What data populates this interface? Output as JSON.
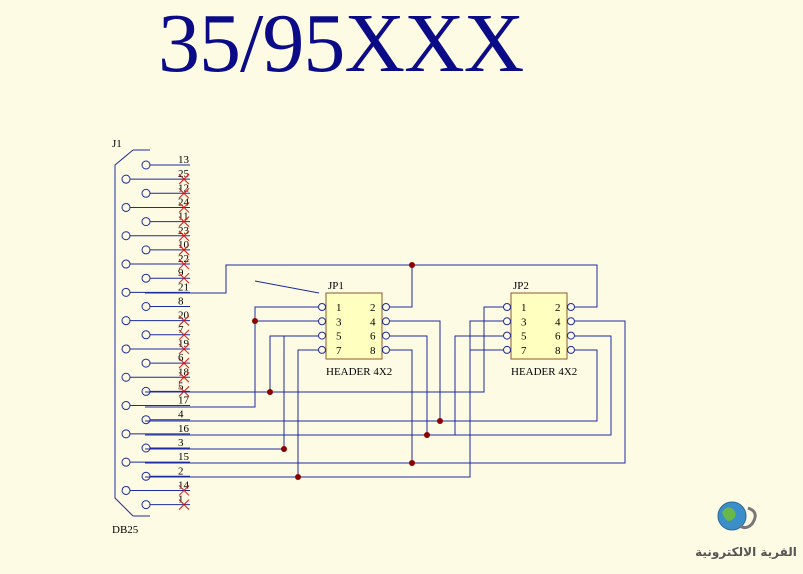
{
  "title": "35/95XXX",
  "connector": {
    "ref": "J1",
    "type": "DB25",
    "pins": [
      "13",
      "25",
      "12",
      "24",
      "11",
      "23",
      "10",
      "22",
      "9",
      "21",
      "8",
      "20",
      "7",
      "19",
      "6",
      "18",
      "5",
      "17",
      "4",
      "16",
      "3",
      "15",
      "2",
      "14",
      "1"
    ],
    "no_connect": [
      "25",
      "12",
      "24",
      "11",
      "23",
      "10",
      "22",
      "9",
      "20",
      "7",
      "19",
      "6",
      "18",
      "5",
      "14",
      "1"
    ]
  },
  "headers": [
    {
      "ref": "JP1",
      "type": "HEADER 4X2",
      "pins": [
        "1",
        "2",
        "3",
        "4",
        "5",
        "6",
        "7",
        "8"
      ]
    },
    {
      "ref": "JP2",
      "type": "HEADER 4X2",
      "pins": [
        "1",
        "2",
        "3",
        "4",
        "5",
        "6",
        "7",
        "8"
      ]
    }
  ],
  "logo": {
    "text": "القرية الالكترونية",
    "icon": "globe-icon"
  }
}
